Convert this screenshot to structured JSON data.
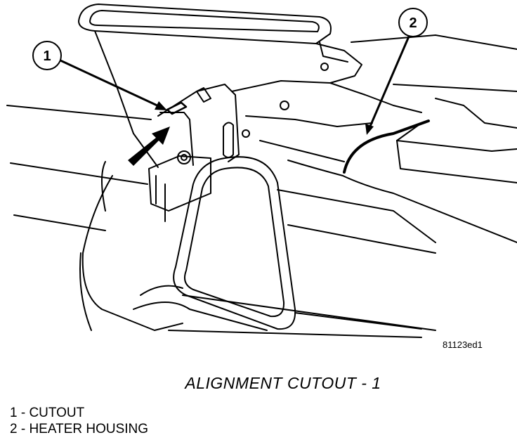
{
  "figure": {
    "code": "81123ed1",
    "caption": "ALIGNMENT CUTOUT - 1"
  },
  "callouts": [
    {
      "number": "1",
      "label": "CUTOUT"
    },
    {
      "number": "2",
      "label": "HEATER HOUSING"
    }
  ],
  "legend": [
    "1 - CUTOUT",
    "2 - HEATER HOUSING"
  ]
}
